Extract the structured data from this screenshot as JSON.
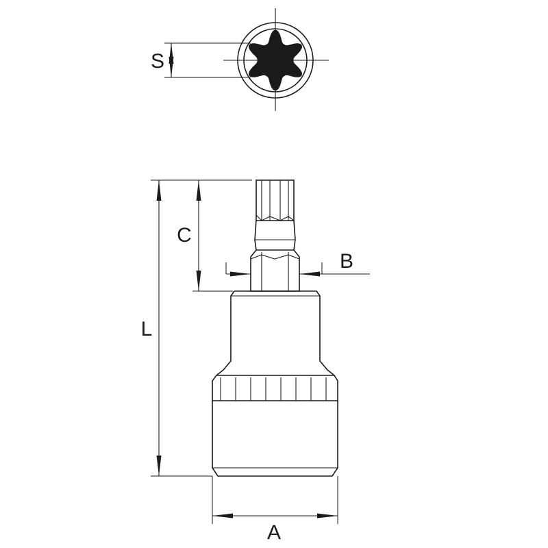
{
  "dimensions": {
    "S": "S",
    "L": "L",
    "C": "C",
    "B": "B",
    "A": "A"
  }
}
